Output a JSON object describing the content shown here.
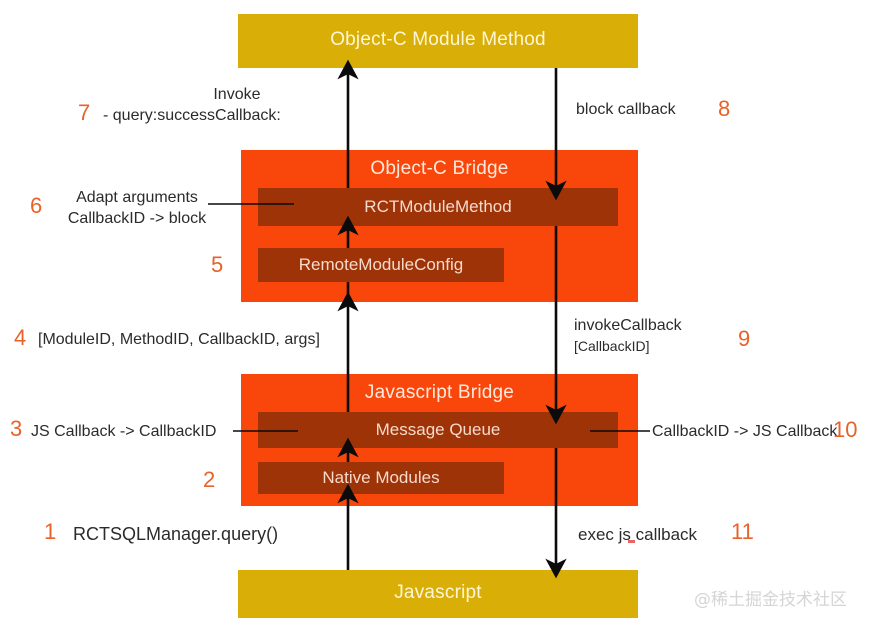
{
  "diagram": {
    "title": "React Native bridge call flow",
    "colors": {
      "gold": "#D9AE06",
      "orange": "#F9470B",
      "inner_box": "#9E3308",
      "step_number": "#E8622A",
      "note_text": "#2b2b2b",
      "background": "#ffffff"
    },
    "layers": [
      {
        "id": "objc-module-method",
        "label": "Object-C Module Method",
        "kind": "gold"
      },
      {
        "id": "objc-bridge",
        "label": "Object-C Bridge",
        "kind": "orange"
      },
      {
        "id": "javascript-bridge",
        "label": "Javascript Bridge",
        "kind": "orange"
      },
      {
        "id": "javascript",
        "label": "Javascript",
        "kind": "gold"
      }
    ],
    "boxes": [
      {
        "id": "rct-module-method",
        "label": "RCTModuleMethod"
      },
      {
        "id": "remote-module-config",
        "label": "RemoteModuleConfig"
      },
      {
        "id": "message-queue",
        "label": "Message Queue"
      },
      {
        "id": "native-modules",
        "label": "Native Modules"
      }
    ],
    "steps": [
      {
        "num": "1",
        "text": "RCTSQLManager.query()"
      },
      {
        "num": "2",
        "text": ""
      },
      {
        "num": "3",
        "text": "JS Callback -> CallbackID"
      },
      {
        "num": "4",
        "text": "[ModuleID, MethodID, CallbackID, args]"
      },
      {
        "num": "5",
        "text": ""
      },
      {
        "num": "6",
        "text": "Adapt arguments",
        "text2": "CallbackID -> block"
      },
      {
        "num": "7",
        "text": "Invoke",
        "text2": "- query:successCallback:"
      },
      {
        "num": "8",
        "text": "block callback"
      },
      {
        "num": "9",
        "text": "invokeCallback",
        "text2": "[CallbackID]"
      },
      {
        "num": "10",
        "text": "CallbackID -> JS Callback"
      },
      {
        "num": "11",
        "text": "exec js callback"
      }
    ]
  },
  "watermark": "@稀土掘金技术社区"
}
